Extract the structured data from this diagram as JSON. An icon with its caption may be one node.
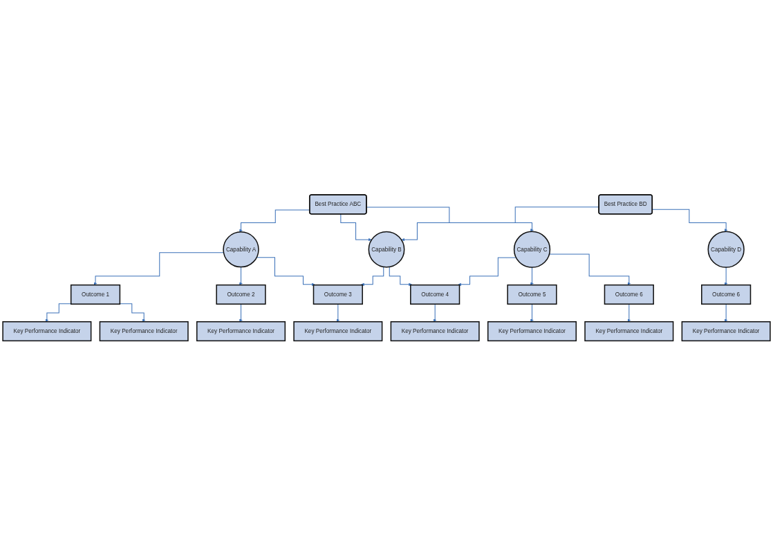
{
  "diagram": {
    "nodes": [
      {
        "text": [
          "Best Practice ABC"
        ]
      },
      {
        "text": [
          "Best Practice BD"
        ]
      },
      {
        "text": [
          "Capability A"
        ]
      },
      {
        "text": [
          "Capability B"
        ]
      },
      {
        "text": [
          "Capability C"
        ]
      },
      {
        "text": [
          "Capability D"
        ]
      },
      {
        "text": [
          "Outcome 1"
        ]
      },
      {
        "text": [
          "Outcome 2"
        ]
      },
      {
        "text": [
          "Outcome 3"
        ]
      },
      {
        "text": [
          "Outcome 4"
        ]
      },
      {
        "text": [
          "Outcome 5"
        ]
      },
      {
        "text": [
          "Outcome 6"
        ]
      },
      {
        "text": [
          "Outcome 6"
        ]
      },
      {
        "text": [
          "Key Performance Indicator"
        ]
      },
      {
        "text": [
          "Key Performance Indicator"
        ]
      },
      {
        "text": [
          "Key Performance Indicator"
        ]
      },
      {
        "text": [
          "Key Performance Indicator"
        ]
      },
      {
        "text": [
          "Key Performance Indicator"
        ]
      },
      {
        "text": [
          "Key Performance Indicator"
        ]
      },
      {
        "text": [
          "Key Performance Indicator"
        ]
      },
      {
        "text": [
          "Key Performance Indicator"
        ]
      }
    ],
    "edges": [
      {
        "from": 0,
        "to": 2,
        "arrow": "to"
      },
      {
        "from": 0,
        "to": 3,
        "arrow": "to"
      },
      {
        "from": 0,
        "to": 4,
        "arrow": "to"
      },
      {
        "from": 1,
        "to": 3,
        "arrow": "to"
      },
      {
        "from": 1,
        "to": 5,
        "arrow": "to"
      },
      {
        "from": 2,
        "to": 6,
        "arrow": "to"
      },
      {
        "from": 2,
        "to": 7,
        "arrow": "to"
      },
      {
        "from": 2,
        "to": 8,
        "arrow": "to"
      },
      {
        "from": 3,
        "to": 8,
        "arrow": "to"
      },
      {
        "from": 3,
        "to": 9,
        "arrow": "to"
      },
      {
        "from": 4,
        "to": 9,
        "arrow": "to"
      },
      {
        "from": 4,
        "to": 10,
        "arrow": "to"
      },
      {
        "from": 4,
        "to": 11,
        "arrow": "to"
      },
      {
        "from": 5,
        "to": 12,
        "arrow": "to"
      },
      {
        "from": 6,
        "to": 13,
        "arrow": "to"
      },
      {
        "from": 6,
        "to": 20,
        "arrow": "to"
      },
      {
        "from": 7,
        "to": 14,
        "arrow": "to"
      },
      {
        "from": 8,
        "to": 15,
        "arrow": "to"
      },
      {
        "from": 9,
        "to": 16,
        "arrow": "to"
      },
      {
        "from": 10,
        "to": 17,
        "arrow": "to"
      },
      {
        "from": 11,
        "to": 18,
        "arrow": "to"
      },
      {
        "from": 12,
        "to": 19,
        "arrow": "to"
      }
    ]
  }
}
